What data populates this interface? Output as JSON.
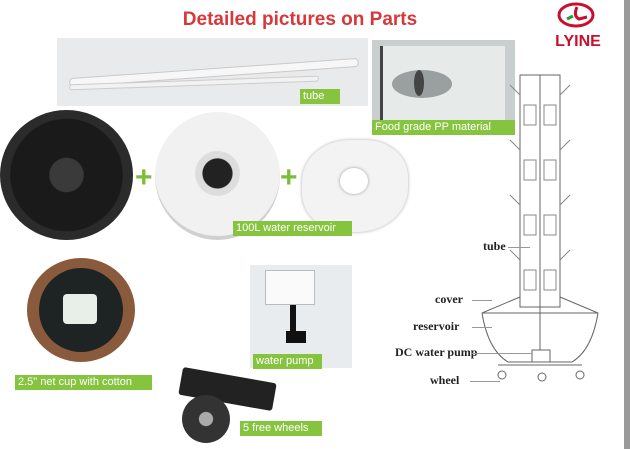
{
  "title": "Detailed pictures on Parts",
  "logo": {
    "text": "LYINE",
    "color": "#c8102e"
  },
  "labels": {
    "tube": "tube",
    "pp": "Food grade PP material",
    "reservoir": "100L water reservoir",
    "netcup": "2.5\" net cup with cotton",
    "pump": "water pump",
    "wheels": "5 free wheels"
  },
  "plus": "+",
  "diagram": {
    "tube": "tube",
    "cover": "cover",
    "reservoir": "reservoir",
    "pump": "DC water pump",
    "wheel": "wheel"
  },
  "colors": {
    "label_bg": "#86c440",
    "title": "#d9383a"
  }
}
